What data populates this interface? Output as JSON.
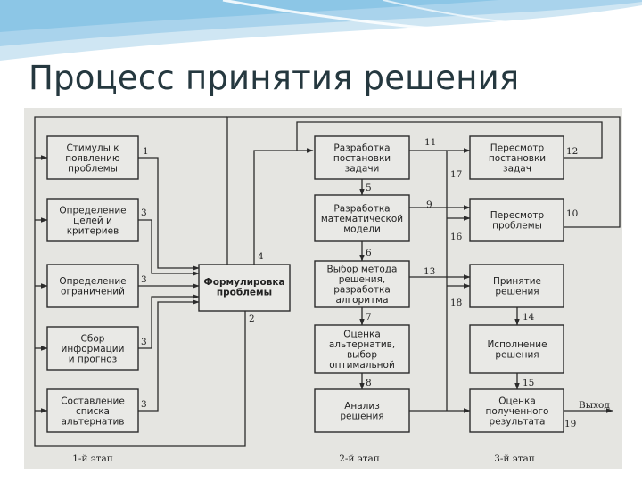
{
  "title": "Процесс принятия решения",
  "boxes": {
    "b1": [
      "Стимулы к",
      "появлению",
      "проблемы"
    ],
    "b2": [
      "Определение",
      "целей и",
      "критериев"
    ],
    "b3": [
      "Определение",
      "ограничений"
    ],
    "b4": [
      "Сбор",
      "информации",
      "и прогноз"
    ],
    "b5": [
      "Составление",
      "списка",
      "альтернатив"
    ],
    "c": [
      "Формулировка",
      "проблемы"
    ],
    "m1": [
      "Разработка",
      "постановки",
      "задачи"
    ],
    "m2": [
      "Разработка",
      "математической",
      "модели"
    ],
    "m3": [
      "Выбор метода",
      "решения,",
      "разработка",
      "алгоритма"
    ],
    "m4": [
      "Оценка",
      "альтернатив,",
      "выбор",
      "оптимальной"
    ],
    "m5": [
      "Анализ",
      "решения"
    ],
    "r1": [
      "Пересмотр",
      "постановки",
      "задач"
    ],
    "r2": [
      "Пересмотр",
      "проблемы"
    ],
    "r3": [
      "Принятие",
      "решения"
    ],
    "r4": [
      "Исполнение",
      "решения"
    ],
    "r5": [
      "Оценка",
      "полученного",
      "результата"
    ]
  },
  "numbers": {
    "n1": "1",
    "n3a": "3",
    "n3b": "3",
    "n3c": "3",
    "n3d": "3",
    "n4": "4",
    "n2": "2",
    "n5": "5",
    "n6": "6",
    "n7": "7",
    "n8": "8",
    "n11": "11",
    "n9": "9",
    "n13": "13",
    "n17": "17",
    "n16": "16",
    "n18": "18",
    "n12": "12",
    "n10": "10",
    "n14": "14",
    "n15": "15",
    "n19": "19"
  },
  "output_label": "Выход",
  "stages": [
    "1-й этап",
    "2-й этап",
    "3-й этап"
  ]
}
